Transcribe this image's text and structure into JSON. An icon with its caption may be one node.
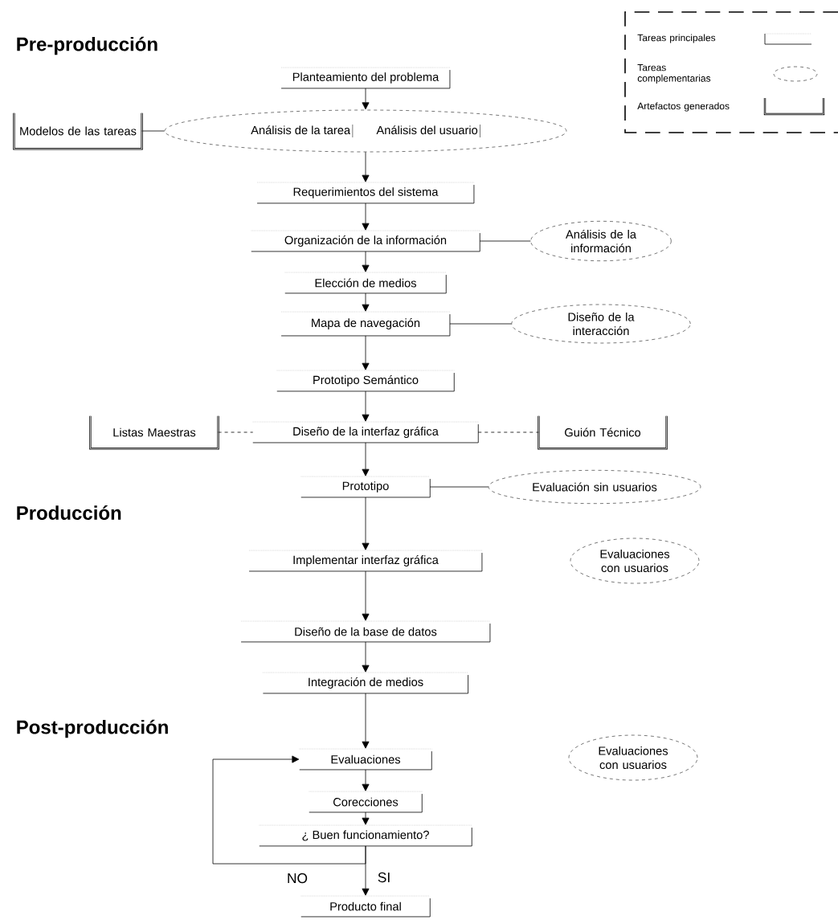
{
  "diagram": {
    "nodes": [
      {
        "text": [
          "Planteamiento del problema"
        ]
      },
      {
        "text": [
          "Análisis de la tarea",
          "Análisis del usuario"
        ]
      },
      {
        "text": [
          "Modelos de las tareas"
        ]
      },
      {
        "text": [
          "Requerimientos del sistema"
        ]
      },
      {
        "text": [
          "Organización de la información"
        ]
      },
      {
        "text": [
          "Análisis de la información"
        ]
      },
      {
        "text": [
          "Elección de medios"
        ]
      },
      {
        "text": [
          "Mapa de navegación"
        ]
      },
      {
        "text": [
          "Diseño de la interacción"
        ]
      },
      {
        "text": [
          "Prototipo Semántico"
        ]
      },
      {
        "text": [
          "Listas Maestras"
        ]
      },
      {
        "text": [
          "Diseño de la interfaz gráfica"
        ]
      },
      {
        "text": [
          "Guión Técnico"
        ]
      },
      {
        "text": [
          "Prototipo"
        ]
      },
      {
        "text": [
          "Evaluación sin usuarios"
        ]
      },
      {
        "text": [
          "Implementar interfaz gráfica"
        ]
      },
      {
        "text": [
          "Evaluaciones con usuarios"
        ]
      },
      {
        "text": [
          "Diseño de la base de datos"
        ]
      },
      {
        "text": [
          "Integración de medios"
        ]
      },
      {
        "text": [
          "Evaluaciones"
        ]
      },
      {
        "text": [
          "Evaluaciones con usuarios"
        ]
      },
      {
        "text": [
          "Corecciones"
        ]
      },
      {
        "text": [
          "¿ Buen funcionamiento?"
        ]
      },
      {
        "text": [
          "Producto final"
        ]
      }
    ],
    "edges": [
      {
        "from": 0,
        "to": 1,
        "arrow": "to"
      },
      {
        "from": 2,
        "to": 1,
        "arrow": "none"
      },
      {
        "from": 1,
        "to": 3,
        "arrow": "to"
      },
      {
        "from": 3,
        "to": 4,
        "arrow": "to"
      },
      {
        "from": 4,
        "to": 5,
        "arrow": "none"
      },
      {
        "from": 4,
        "to": 6,
        "arrow": "to"
      },
      {
        "from": 6,
        "to": 7,
        "arrow": "to"
      },
      {
        "from": 7,
        "to": 8,
        "arrow": "none"
      },
      {
        "from": 7,
        "to": 9,
        "arrow": "to"
      },
      {
        "from": 9,
        "to": 11,
        "arrow": "to"
      },
      {
        "from": 10,
        "to": 11,
        "arrow": "none",
        "style": "dashed"
      },
      {
        "from": 11,
        "to": 12,
        "arrow": "none",
        "style": "dashed"
      },
      {
        "from": 11,
        "to": 13,
        "arrow": "to"
      },
      {
        "from": 13,
        "to": 14,
        "arrow": "none"
      },
      {
        "from": 13,
        "to": 15,
        "arrow": "to"
      },
      {
        "from": 15,
        "to": 17,
        "arrow": "to"
      },
      {
        "from": 17,
        "to": 18,
        "arrow": "to"
      },
      {
        "from": 18,
        "to": 19,
        "arrow": "to"
      },
      {
        "from": 19,
        "to": 21,
        "arrow": "to"
      },
      {
        "from": 21,
        "to": 22,
        "arrow": "to"
      },
      {
        "from": 22,
        "to": 23,
        "arrow": "to",
        "label": "SI"
      },
      {
        "from": 22,
        "to": 19,
        "arrow": "to",
        "label": "NO"
      }
    ],
    "labels": [
      "Pre-producción",
      "Producción",
      "Post-producción"
    ],
    "legend": [
      {
        "text": "Tareas principales"
      },
      {
        "text": "Tareas complementarias"
      },
      {
        "text": "Artefactos generados"
      }
    ]
  }
}
